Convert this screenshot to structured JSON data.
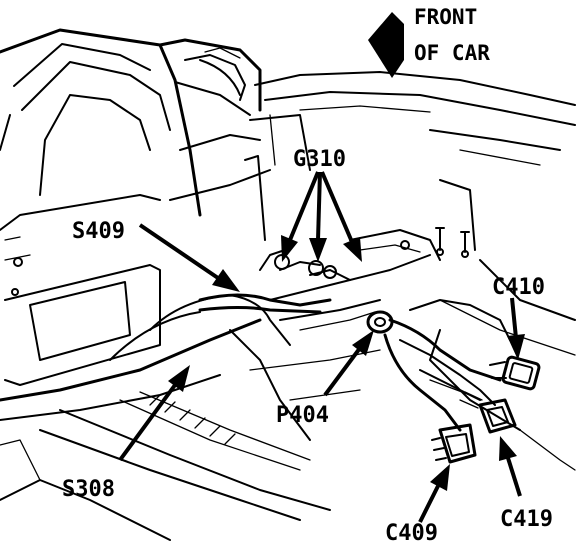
{
  "direction": {
    "line1": "FRONT",
    "line2": "OF CAR"
  },
  "callouts": {
    "g310": "G310",
    "s409": "S409",
    "c410": "C410",
    "p404": "P404",
    "s308": "S308",
    "c409": "C409",
    "c419": "C419"
  },
  "colors": {
    "ink": "#000000",
    "paper": "#ffffff"
  }
}
